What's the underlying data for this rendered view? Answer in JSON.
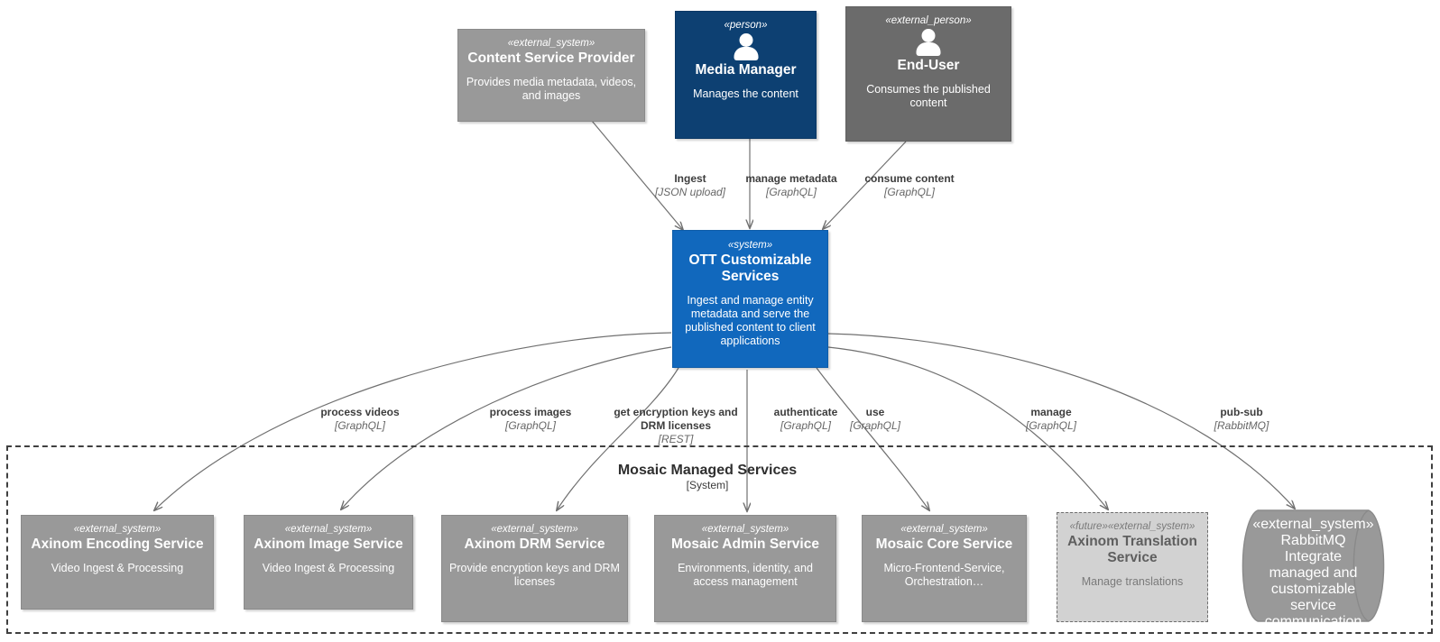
{
  "diagram": {
    "type": "c4-context-diagram",
    "colors": {
      "external_system": "#999999",
      "external_person": "#6b6b6b",
      "person": "#0d4072",
      "system": "#1168bd",
      "future": "#d2d2d2",
      "edge": "#707070",
      "boundary": "#404040"
    }
  },
  "nodes": {
    "content_service_provider": {
      "stereotype": "«external_system»",
      "title": "Content Service Provider",
      "description": "Provides media metadata, videos, and images"
    },
    "media_manager": {
      "stereotype": "«person»",
      "title": "Media Manager",
      "description": "Manages the content",
      "icon": "person-icon"
    },
    "end_user": {
      "stereotype": "«external_person»",
      "title": "End-User",
      "description": "Consumes the published content",
      "icon": "person-icon"
    },
    "ott_customizable_services": {
      "stereotype": "«system»",
      "title": "OTT Customizable Services",
      "description": "Ingest and manage entity metadata and serve the published content to client applications"
    },
    "axinom_encoding_service": {
      "stereotype": "«external_system»",
      "title": "Axinom Encoding Service",
      "description": "Video Ingest & Processing"
    },
    "axinom_image_service": {
      "stereotype": "«external_system»",
      "title": "Axinom Image Service",
      "description": "Video Ingest & Processing"
    },
    "axinom_drm_service": {
      "stereotype": "«external_system»",
      "title": "Axinom DRM Service",
      "description": "Provide encryption keys and DRM licenses"
    },
    "mosaic_admin_service": {
      "stereotype": "«external_system»",
      "title": "Mosaic Admin Service",
      "description": "Environments, identity, and access management"
    },
    "mosaic_core_service": {
      "stereotype": "«external_system»",
      "title": "Mosaic Core Service",
      "description": "Micro-Frontend-Service, Orchestration…"
    },
    "axinom_translation_service": {
      "stereotype": "«future»«external_system»",
      "title": "Axinom Translation Service",
      "description": "Manage translations"
    },
    "rabbitmq": {
      "stereotype": "«external_system»",
      "title": "RabbitMQ",
      "description": "Integrate managed and customizable service communication"
    }
  },
  "boundary": {
    "title": "Mosaic Managed Services",
    "subtitle": "[System]"
  },
  "edges": [
    {
      "id": "ingest",
      "from": "content_service_provider",
      "to": "ott_customizable_services",
      "label": "Ingest",
      "technology": "[JSON upload]"
    },
    {
      "id": "manage-metadata",
      "from": "media_manager",
      "to": "ott_customizable_services",
      "label": "manage metadata",
      "technology": "[GraphQL]"
    },
    {
      "id": "consume-content",
      "from": "end_user",
      "to": "ott_customizable_services",
      "label": "consume content",
      "technology": "[GraphQL]"
    },
    {
      "id": "process-videos",
      "from": "ott_customizable_services",
      "to": "axinom_encoding_service",
      "label": "process videos",
      "technology": "[GraphQL]"
    },
    {
      "id": "process-images",
      "from": "ott_customizable_services",
      "to": "axinom_image_service",
      "label": "process images",
      "technology": "[GraphQL]"
    },
    {
      "id": "get-keys",
      "from": "ott_customizable_services",
      "to": "axinom_drm_service",
      "label": "get encryption keys and DRM licenses",
      "technology": "[REST]"
    },
    {
      "id": "authenticate",
      "from": "ott_customizable_services",
      "to": "mosaic_admin_service",
      "label": "authenticate",
      "technology": "[GraphQL]"
    },
    {
      "id": "use",
      "from": "ott_customizable_services",
      "to": "mosaic_core_service",
      "label": "use",
      "technology": "[GraphQL]"
    },
    {
      "id": "manage",
      "from": "ott_customizable_services",
      "to": "axinom_translation_service",
      "label": "manage",
      "technology": "[GraphQL]"
    },
    {
      "id": "pub-sub",
      "from": "ott_customizable_services",
      "to": "rabbitmq",
      "label": "pub-sub",
      "technology": "[RabbitMQ]"
    }
  ]
}
